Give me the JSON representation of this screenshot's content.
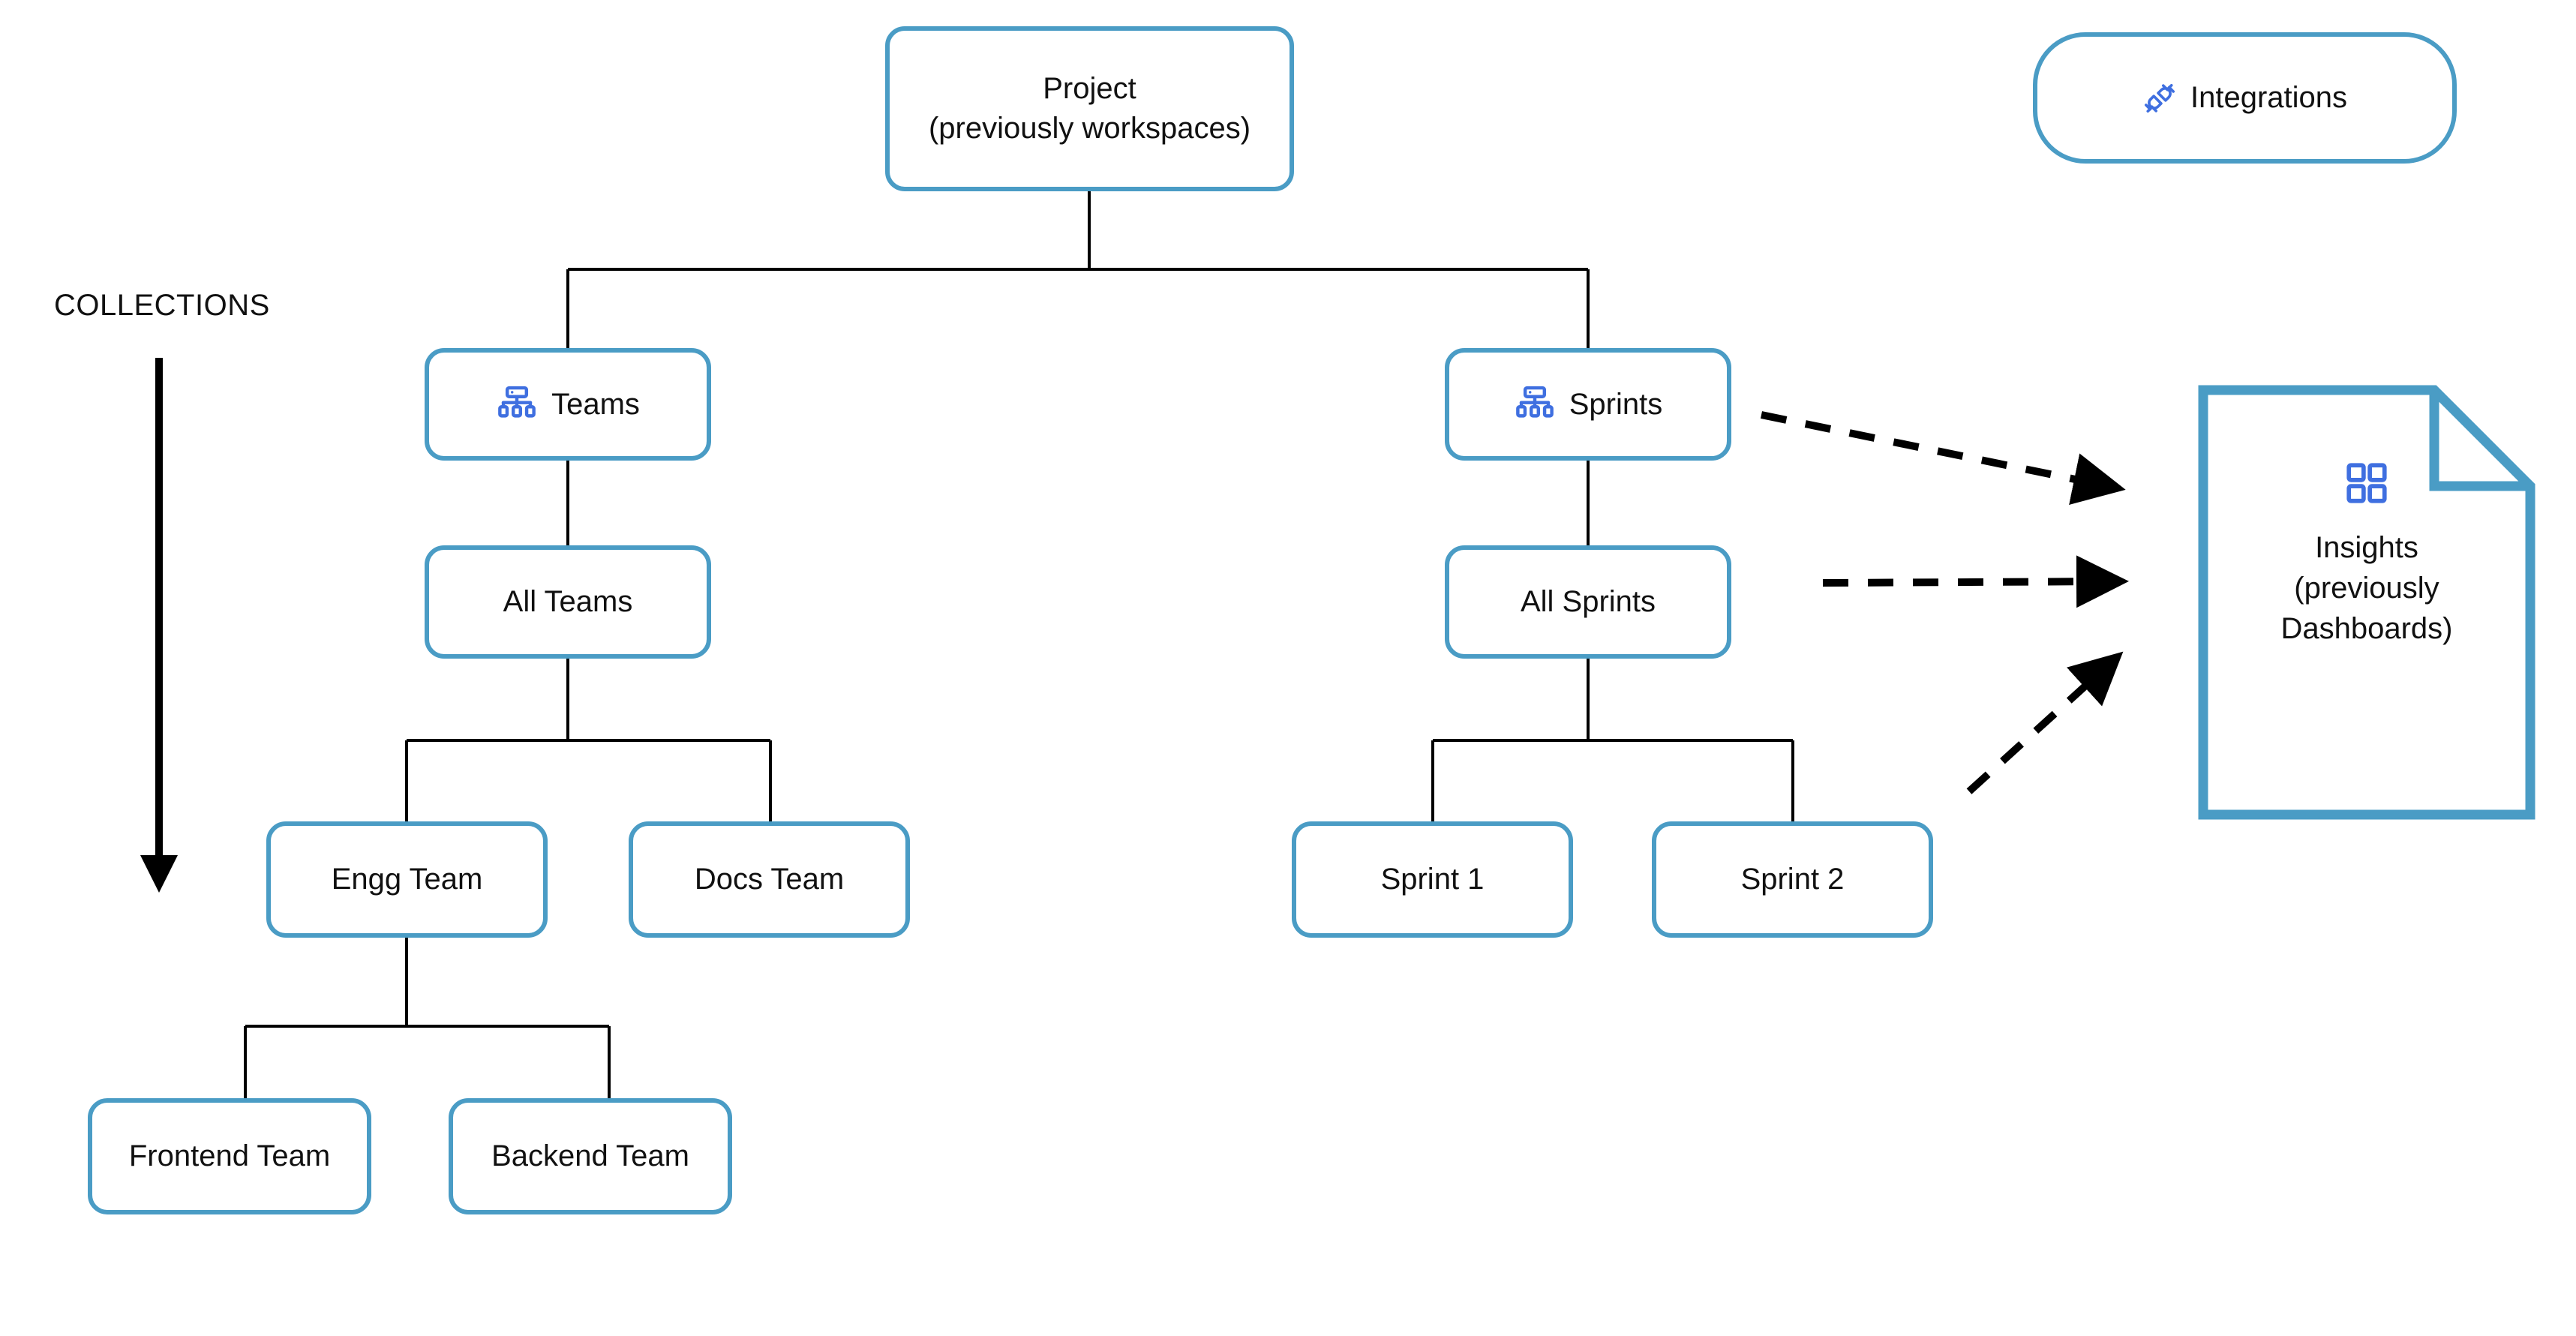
{
  "diagram": {
    "title_text": "",
    "colors": {
      "node_border": "#4a9cc5",
      "node_fill": "#ffffff",
      "connector": "#000000",
      "icon_blue": "#3f6fe0",
      "text": "#111111",
      "background": "#ffffff"
    },
    "side_label": {
      "text": "COLLECTIONS",
      "arrow_direction": "down"
    },
    "nodes": [
      {
        "id": "project",
        "label": "Project\n(previously workspaces)",
        "icon": "",
        "shape": "rounded-rect"
      },
      {
        "id": "teams",
        "label": "Teams",
        "icon": "hierarchy-icon",
        "shape": "rounded-rect"
      },
      {
        "id": "sprints",
        "label": "Sprints",
        "icon": "hierarchy-icon",
        "shape": "rounded-rect"
      },
      {
        "id": "all-teams",
        "label": "All Teams",
        "icon": "",
        "shape": "rounded-rect"
      },
      {
        "id": "all-sprints",
        "label": "All Sprints",
        "icon": "",
        "shape": "rounded-rect"
      },
      {
        "id": "engg-team",
        "label": "Engg Team",
        "icon": "",
        "shape": "rounded-rect"
      },
      {
        "id": "docs-team",
        "label": "Docs Team",
        "icon": "",
        "shape": "rounded-rect"
      },
      {
        "id": "sprint-1",
        "label": "Sprint 1",
        "icon": "",
        "shape": "rounded-rect"
      },
      {
        "id": "sprint-2",
        "label": "Sprint 2",
        "icon": "",
        "shape": "rounded-rect"
      },
      {
        "id": "frontend-team",
        "label": "Frontend Team",
        "icon": "",
        "shape": "rounded-rect"
      },
      {
        "id": "backend-team",
        "label": "Backend Team",
        "icon": "",
        "shape": "rounded-rect"
      },
      {
        "id": "integrations",
        "label": "Integrations",
        "icon": "plug-connector-icon",
        "shape": "pill"
      },
      {
        "id": "insights",
        "label": "Insights\n(previously\nDashboards)",
        "icon": "dashboard-grid-icon",
        "shape": "document-folded-corner"
      }
    ],
    "edges": [
      {
        "from": "project",
        "to": "teams",
        "style": "solid"
      },
      {
        "from": "project",
        "to": "sprints",
        "style": "solid"
      },
      {
        "from": "teams",
        "to": "all-teams",
        "style": "solid"
      },
      {
        "from": "sprints",
        "to": "all-sprints",
        "style": "solid"
      },
      {
        "from": "all-teams",
        "to": "engg-team",
        "style": "solid"
      },
      {
        "from": "all-teams",
        "to": "docs-team",
        "style": "solid"
      },
      {
        "from": "all-sprints",
        "to": "sprint-1",
        "style": "solid"
      },
      {
        "from": "all-sprints",
        "to": "sprint-2",
        "style": "solid"
      },
      {
        "from": "engg-team",
        "to": "frontend-team",
        "style": "solid"
      },
      {
        "from": "engg-team",
        "to": "backend-team",
        "style": "solid"
      },
      {
        "from": "sprints",
        "to": "insights",
        "style": "dashed-arrow"
      },
      {
        "from": "all-sprints",
        "to": "insights",
        "style": "dashed-arrow"
      },
      {
        "from": "sprint-2",
        "to": "insights",
        "style": "dashed-arrow"
      }
    ]
  }
}
